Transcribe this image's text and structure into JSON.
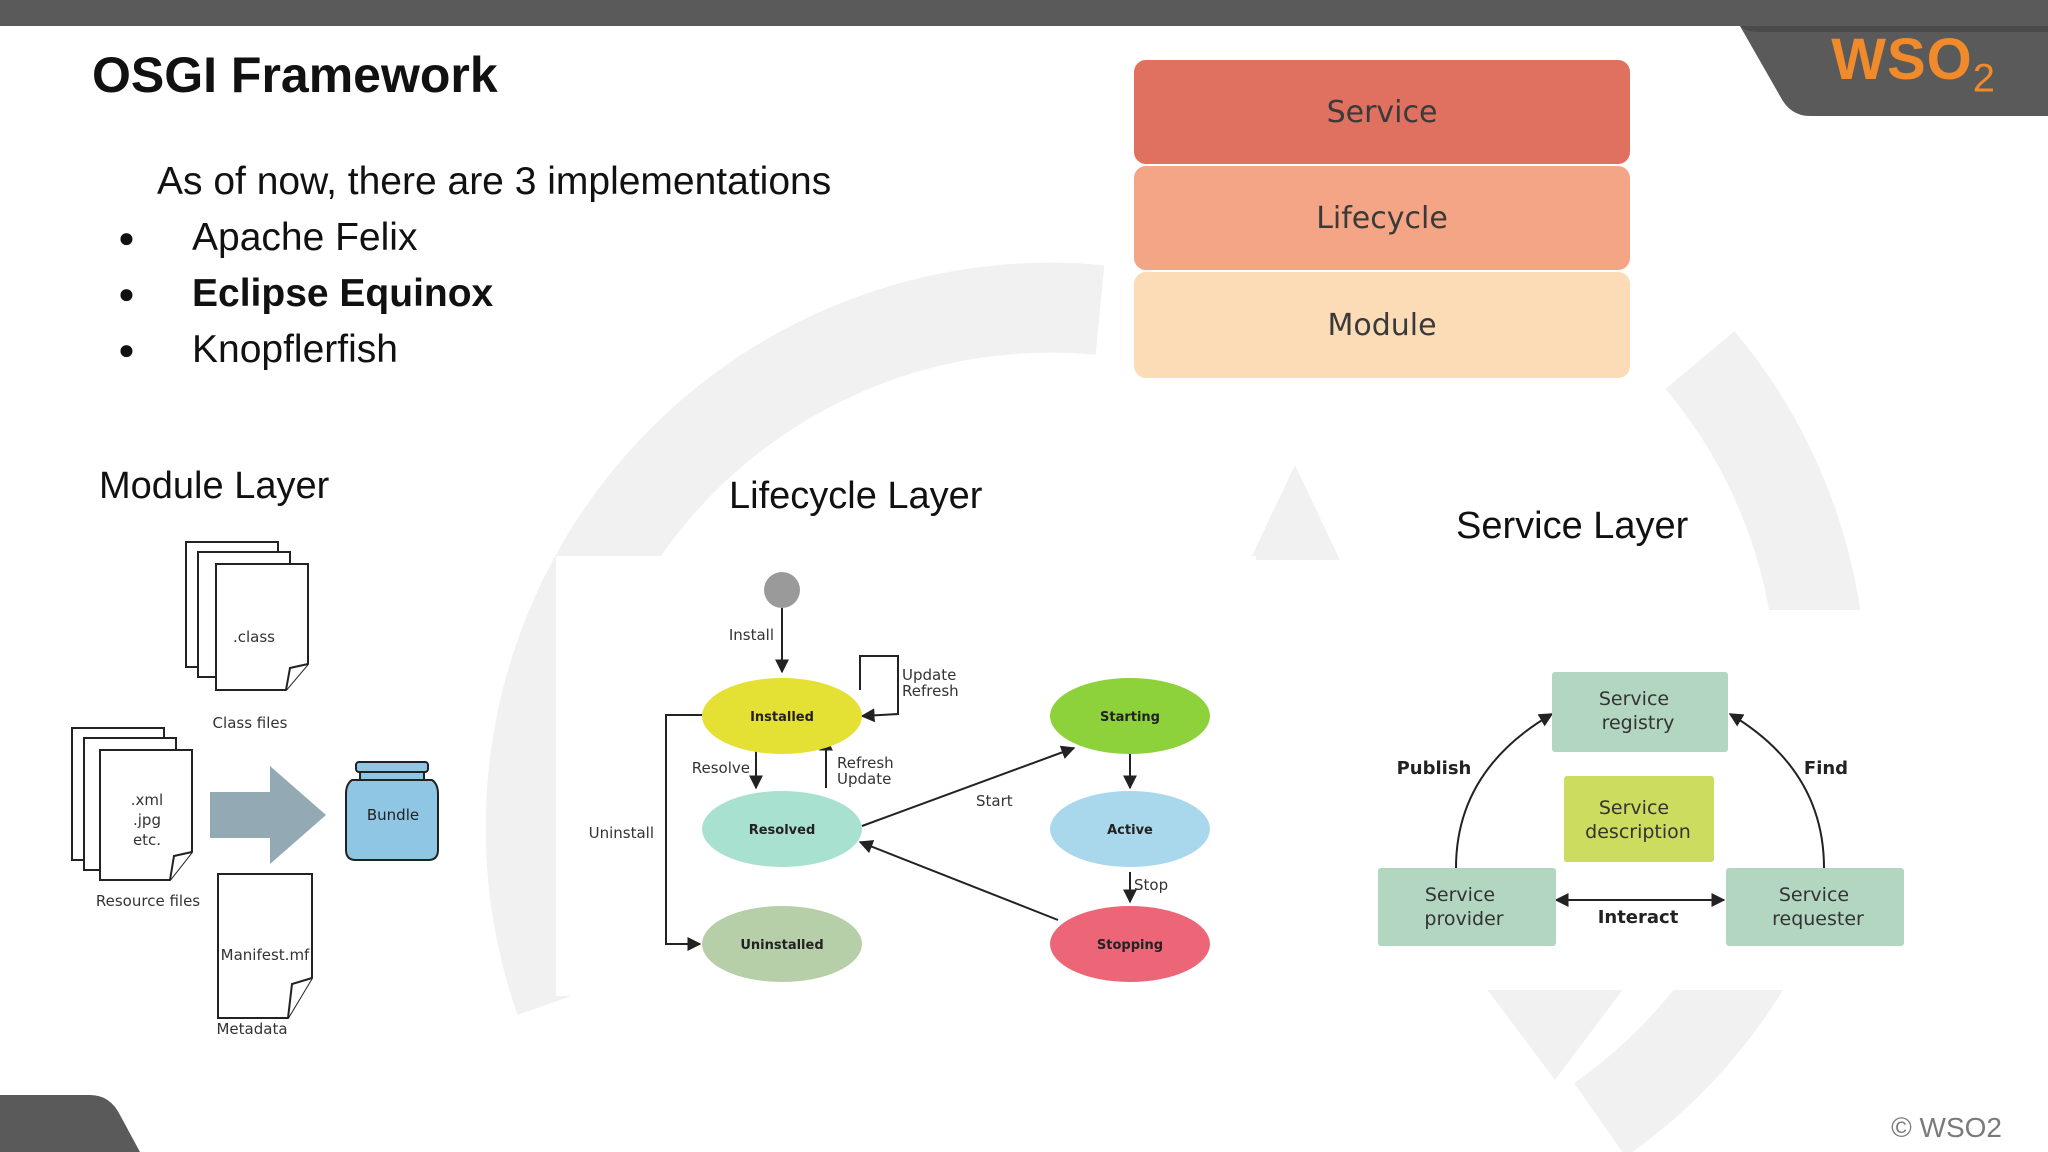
{
  "slide": {
    "title": "OSGI Framework",
    "intro": "As of now, there are 3 implementations",
    "bullets": [
      "Apache Felix",
      "Eclipse Equinox",
      "Knopflerfish"
    ],
    "logo": "WSO",
    "logo_sub": "2",
    "copyright": "© WSO2"
  },
  "stack": {
    "service": "Service",
    "lifecycle": "Lifecycle",
    "module": "Module"
  },
  "module_layer": {
    "heading": "Module Layer",
    "class_doc": ".class",
    "class_caption": "Class files",
    "resource_doc_lines": [
      ".xml",
      ".jpg",
      "etc."
    ],
    "resource_caption": "Resource files",
    "bundle": "Bundle",
    "manifest_doc": "Manifest.mf",
    "manifest_caption": "Metadata"
  },
  "lifecycle_layer": {
    "heading": "Lifecycle Layer",
    "states": {
      "installed": "Installed",
      "resolved": "Resolved",
      "uninstalled": "Uninstalled",
      "starting": "Starting",
      "active": "Active",
      "stopping": "Stopping"
    },
    "transitions": {
      "install": "Install",
      "update_refresh": [
        "Update",
        "Refresh"
      ],
      "resolve": "Resolve",
      "refresh_update": [
        "Refresh",
        "Update"
      ],
      "start": "Start",
      "uninstall": "Uninstall",
      "stop": "Stop"
    }
  },
  "service_layer": {
    "heading": "Service Layer",
    "registry": [
      "Service",
      "registry"
    ],
    "description": [
      "Service",
      "description"
    ],
    "provider": [
      "Service",
      "provider"
    ],
    "requester": [
      "Service",
      "requester"
    ],
    "publish": "Publish",
    "find": "Find",
    "interact": "Interact"
  },
  "colors": {
    "service_band": "#e0705f",
    "lifecycle_band": "#f3a585",
    "module_band": "#fcdcb6",
    "installed": "#e5e034",
    "resolved": "#a8e1cf",
    "uninstalled": "#b6cfa8",
    "starting": "#8dd13b",
    "active": "#a9d8ec",
    "stopping": "#ec6677",
    "registry_box": "#b3d6c0",
    "description_box": "#cbdc5f",
    "brand": "#f08a2a"
  }
}
